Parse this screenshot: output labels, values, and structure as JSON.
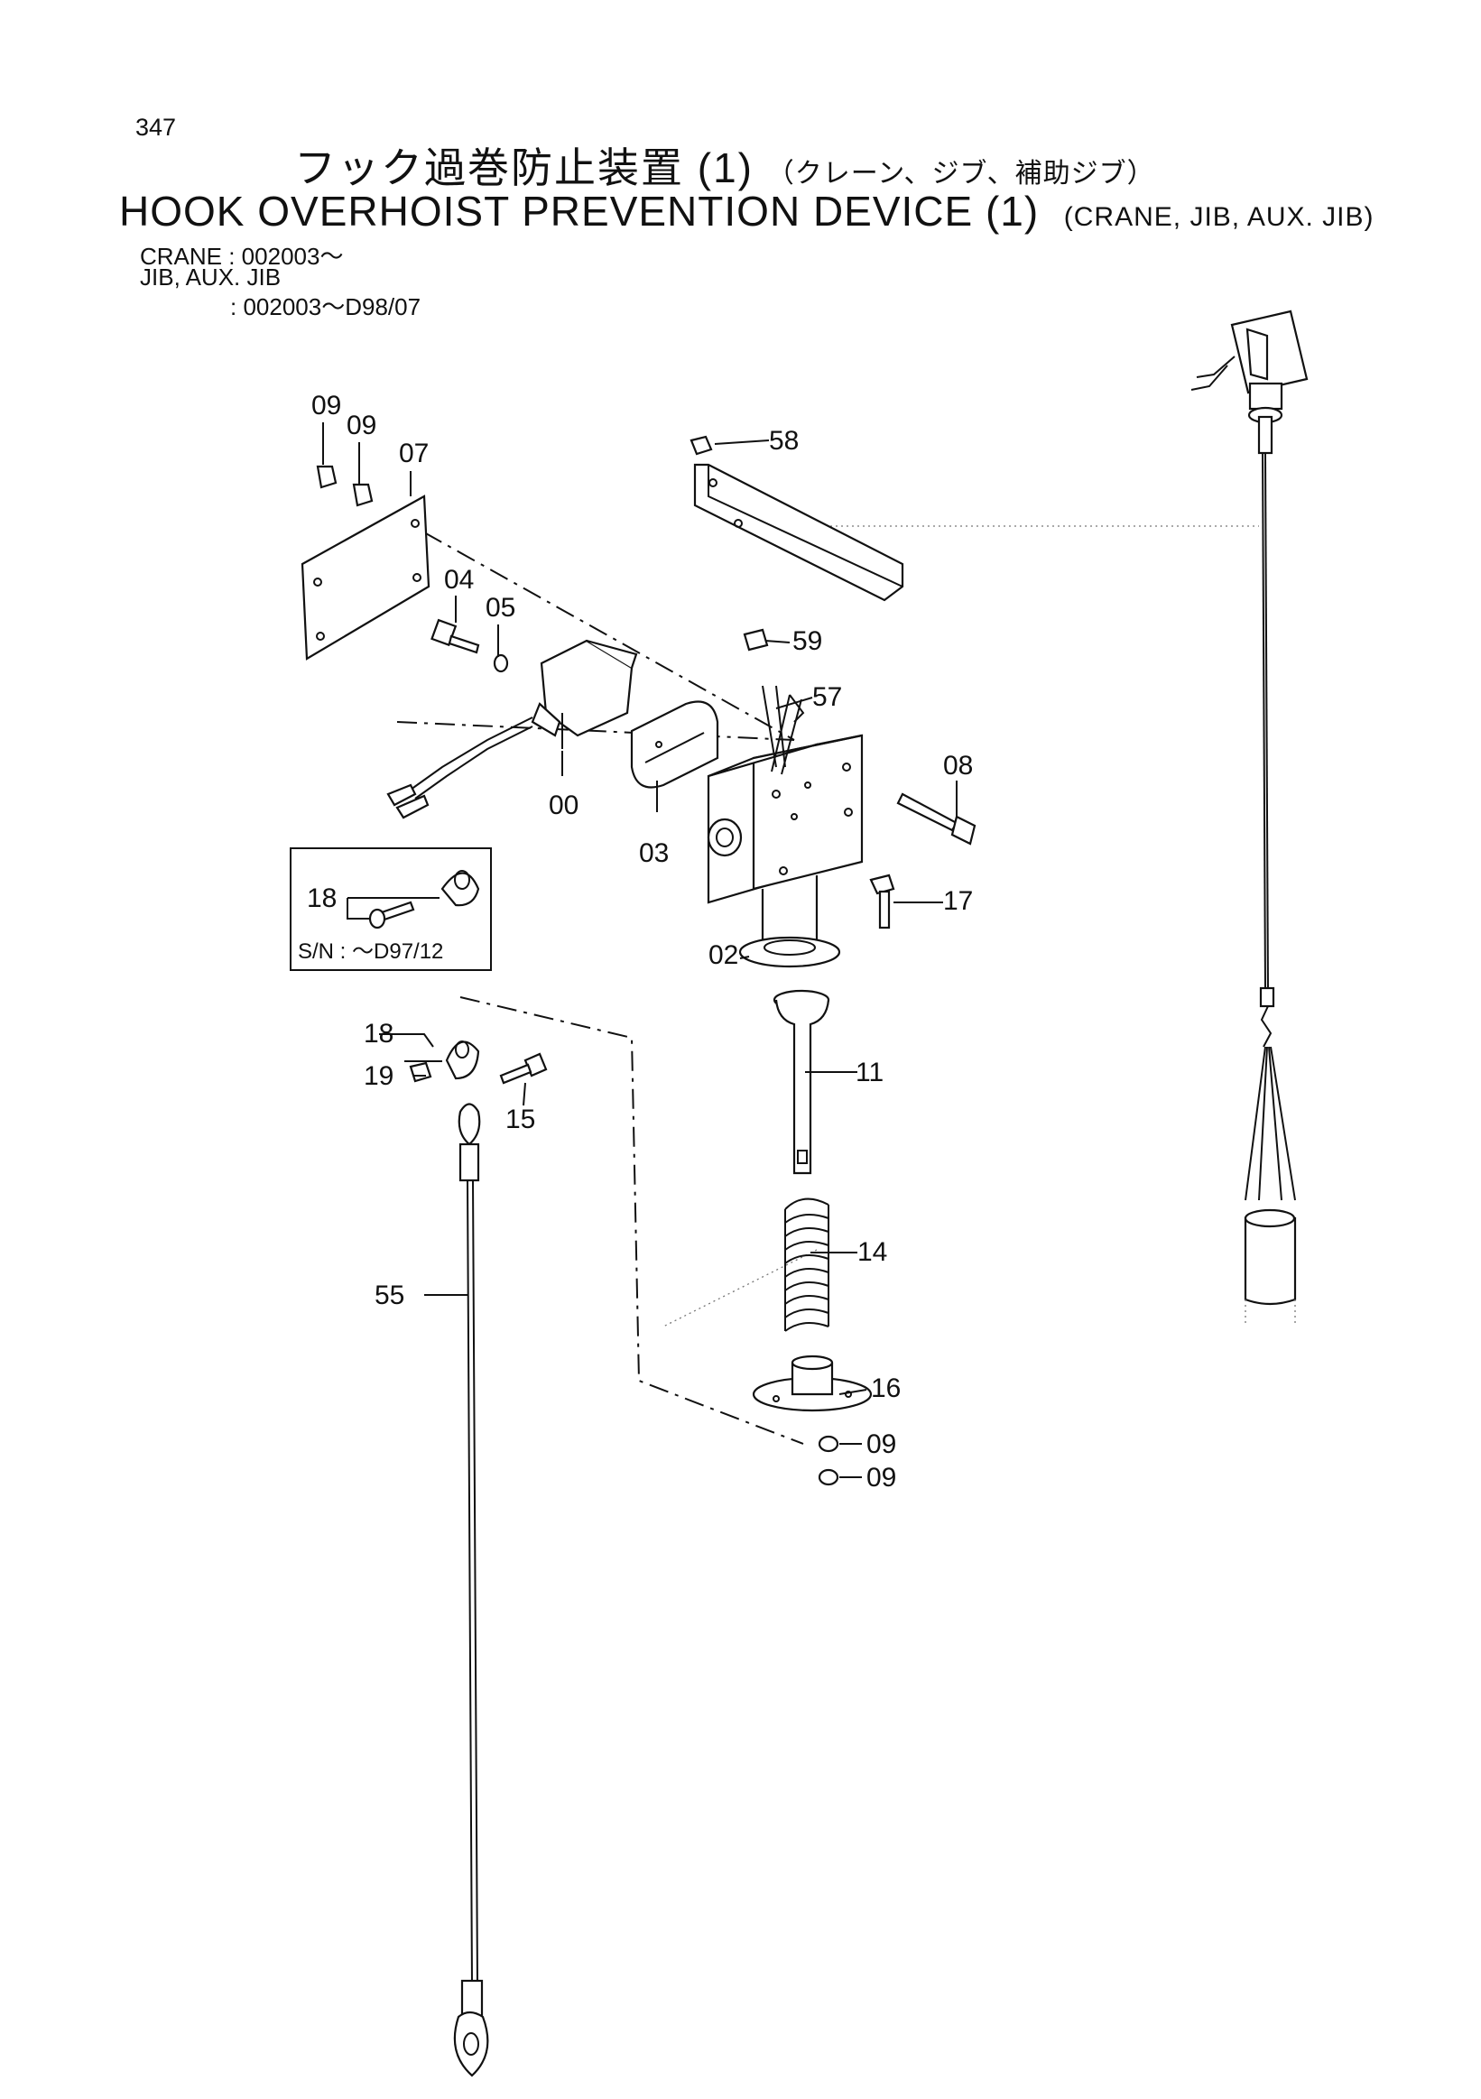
{
  "header": {
    "page_number": "347",
    "title_jp": "フック過巻防止装置 (1)",
    "title_jp_sub": "（クレーン、ジブ、補助ジブ）",
    "title_en": "HOOK OVERHOIST PREVENTION DEVICE (1)",
    "title_en_sub": "(CRANE, JIB, AUX. JIB)"
  },
  "serials": {
    "line1": "CRANE : 002003～",
    "line2": "JIB, AUX. JIB",
    "line3": ": 002003～D98/07"
  },
  "inset": {
    "label": "18",
    "serial": "S/N : ～D97/12"
  },
  "callouts": {
    "c09a": "09",
    "c09b": "09",
    "c07": "07",
    "c04": "04",
    "c05": "05",
    "c00": "00",
    "c03": "03",
    "c58": "58",
    "c59": "59",
    "c57": "57",
    "c08": "08",
    "c17": "17",
    "c02": "02",
    "c18": "18",
    "c19": "19",
    "c15": "15",
    "c11": "11",
    "c14": "14",
    "c55": "55",
    "c16": "16",
    "c09c": "09",
    "c09d": "09"
  }
}
